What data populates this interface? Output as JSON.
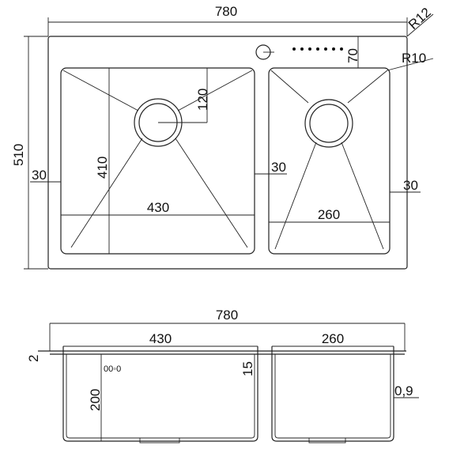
{
  "top_view": {
    "overall_width": "780",
    "overall_depth": "510",
    "corner_radius_outer": "R12",
    "corner_radius_inner": "R10",
    "faucet_offset": "70",
    "left_bowl": {
      "width": "430",
      "depth": "410",
      "drain_offset": "120",
      "margin_left": "30"
    },
    "divider": "30",
    "right_bowl": {
      "width": "260",
      "margin_right": "30"
    }
  },
  "side_view": {
    "overall_width": "780",
    "flange_thickness": "2",
    "left_bowl_width": "430",
    "right_bowl_width": "260",
    "bowl_depth": "200",
    "offset": "15",
    "steel_thickness": "0,9",
    "overflow_symbol": "00◦0"
  }
}
